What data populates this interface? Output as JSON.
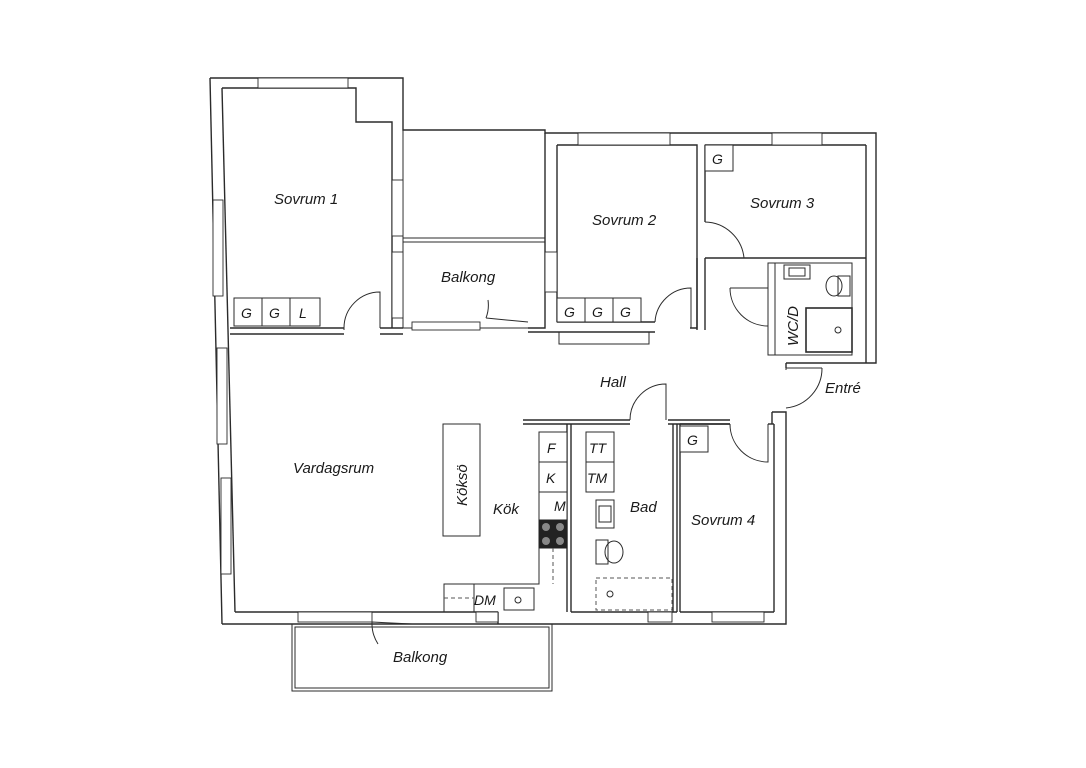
{
  "rooms": {
    "sovrum1": "Sovrum 1",
    "sovrum2": "Sovrum 2",
    "sovrum3": "Sovrum 3",
    "sovrum4": "Sovrum 4",
    "balkong_top": "Balkong",
    "balkong_bottom": "Balkong",
    "vardagsrum": "Vardagsrum",
    "kok": "Kök",
    "kokso": "Köksö",
    "hall": "Hall",
    "entre": "Entré",
    "bad": "Bad",
    "wcd": "WC/D"
  },
  "fixtures": {
    "sovrum1_closets": [
      "G",
      "G",
      "L"
    ],
    "sovrum2_closets": [
      "G",
      "G",
      "G"
    ],
    "sovrum3_closet": "G",
    "sovrum4_closet": "G",
    "kitchen_f": "F",
    "kitchen_k": "K",
    "kitchen_m": "M",
    "kitchen_dm": "DM",
    "bath_tt": "TT",
    "bath_tm": "TM"
  }
}
